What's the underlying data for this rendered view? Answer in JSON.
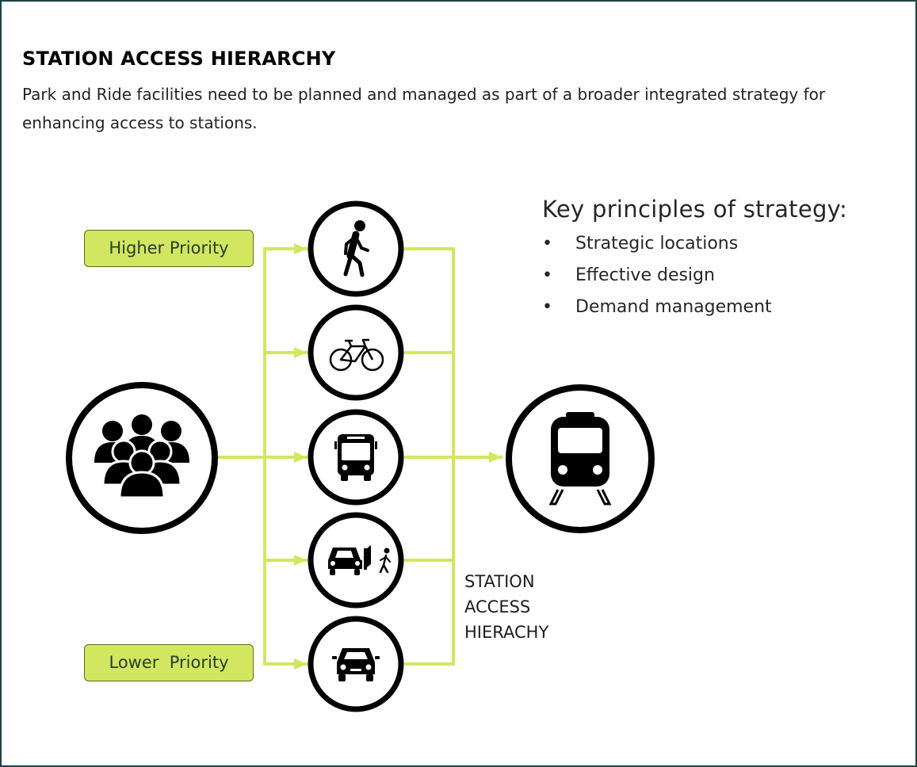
{
  "header": {
    "title": "STATION ACCESS HIERARCHY",
    "intro": "Park and Ride facilities need to be planned and managed as part of a broader integrated strategy for enhancing access to stations."
  },
  "priority_labels": {
    "higher": "Higher Priority",
    "lower": "Lower  Priority"
  },
  "key_principles": {
    "heading": "Key principles of strategy:",
    "bullet": "•",
    "items": [
      "Strategic locations",
      "Effective design",
      "Demand management"
    ]
  },
  "diagram": {
    "source_icon": "crowd-icon",
    "destination_icon": "train-icon",
    "access_modes_in_priority_order": [
      "walking-icon",
      "bicycle-icon",
      "bus-icon",
      "kiss-and-ride-icon",
      "car-icon"
    ],
    "caption_lines": [
      "STATION",
      "ACCESS",
      "HIERACHY"
    ]
  },
  "colors": {
    "accent_line": "#d3e660",
    "label_fill": "#d3e660",
    "label_border": "#5d6a16",
    "label_text": "#24402c",
    "frame_border": "#1d4347",
    "icon": "#000000"
  }
}
